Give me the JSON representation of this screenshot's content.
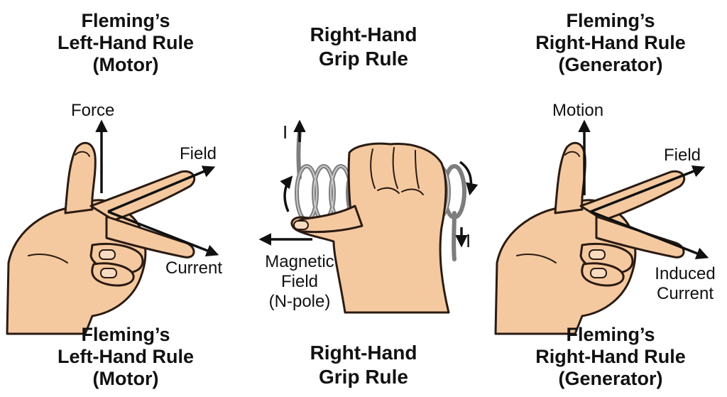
{
  "left": {
    "title": "Fleming’s\nLeft-Hand Rule\n(Motor)",
    "caption": "Fleming’s\nLeft-Hand Rule\n(Motor)",
    "labels": {
      "force": "Force",
      "field": "Field",
      "current": "Current"
    }
  },
  "center": {
    "title": "Right-Hand\nGrip Rule",
    "caption": "Right-Hand\nGrip Rule",
    "labels": {
      "current_top": "I",
      "current_bottom": "I",
      "magnetic_field": "Magnetic\nField\n(N-pole)"
    }
  },
  "right": {
    "title": "Fleming’s\nRight-Hand Rule\n(Generator)",
    "caption": "Fleming’s\nRight-Hand Rule\n(Generator)",
    "labels": {
      "motion": "Motion",
      "field": "Field",
      "induced_current": "Induced\nCurrent"
    }
  },
  "colors": {
    "skin": "#f5c9a0",
    "outline": "#2a1b12",
    "coil": "#7d7d7d",
    "arrow": "#111111"
  }
}
